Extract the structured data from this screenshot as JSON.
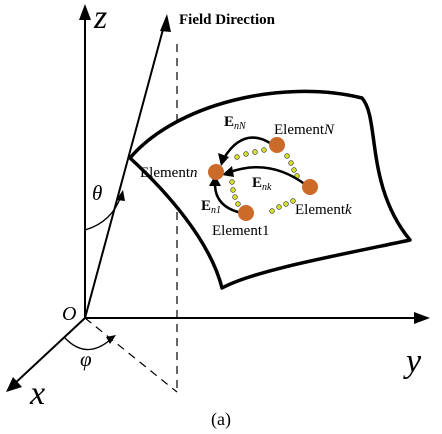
{
  "figure": {
    "axes": {
      "z": "z",
      "y": "y",
      "x": "x",
      "origin": "O"
    },
    "angles": {
      "theta": "θ",
      "phi": "φ"
    },
    "field_direction_label": "Field Direction",
    "elements": {
      "n_label": "Element",
      "n_var": "n",
      "N_label": "Element",
      "N_var": "N",
      "k_label": "Element",
      "k_var": "k",
      "one_label": "Element1"
    },
    "fields": {
      "E_symbol": "E",
      "nN_sub": "nN",
      "nk_sub": "nk",
      "n1_sub": "n1"
    },
    "caption": "(a)",
    "colors": {
      "element_fill": "#cc6a2a",
      "dot_fill": "#d4df2a",
      "stroke": "#000000"
    }
  }
}
